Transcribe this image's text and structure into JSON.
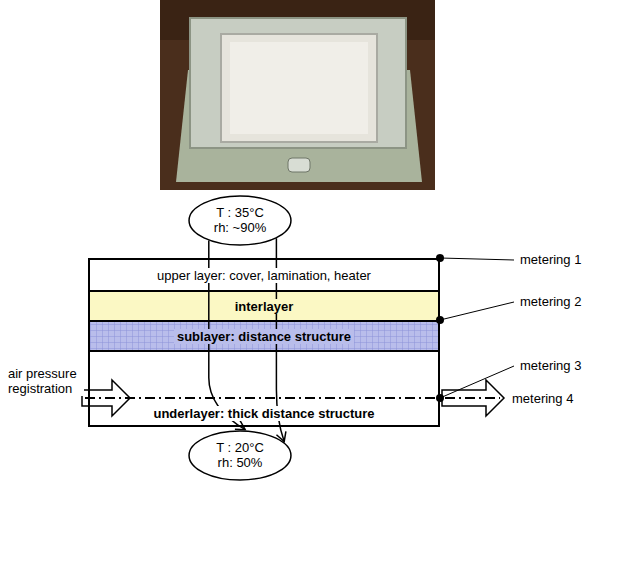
{
  "diagram": {
    "nodes": [
      {
        "text": [
          "T : 35°C",
          "rh: ~90%"
        ]
      },
      {
        "text": [
          "upper layer: cover, lamination, heater"
        ]
      },
      {
        "text": [
          "interlayer"
        ]
      },
      {
        "text": [
          "sublayer: distance structure"
        ]
      },
      {
        "text": [
          "underlayer: thick distance structure"
        ]
      },
      {
        "text": [
          "T : 20°C",
          "rh: 50%"
        ]
      }
    ],
    "edges": [
      {
        "from": 0,
        "to": 5,
        "arrow": "to"
      },
      {
        "from": 0,
        "to": 5,
        "arrow": "to"
      }
    ],
    "labels": [
      "metering 1",
      "metering 2",
      "air pressure registration",
      "metering 3",
      "metering 4"
    ]
  }
}
